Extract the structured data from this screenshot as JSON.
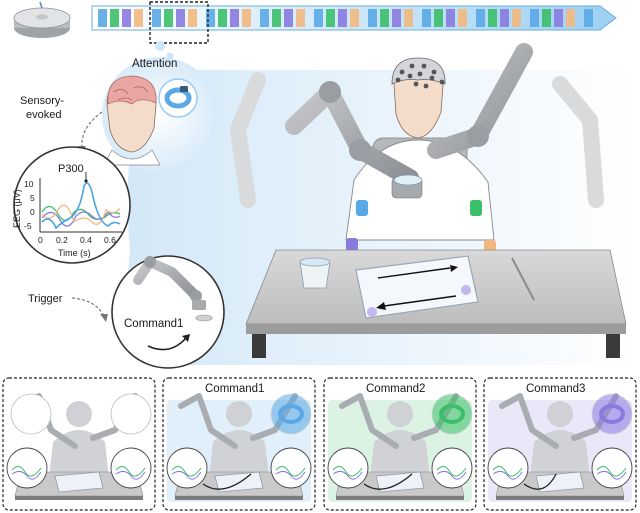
{
  "labels": {
    "attention": "Attention",
    "sensory_line1": "Sensory-",
    "sensory_line2": "evoked",
    "p300": "P300",
    "trigger": "Trigger",
    "command_main": "Command1",
    "time_axis": "Time (s)",
    "eeg_axis": "EEG (μV)"
  },
  "eeg_plot": {
    "y_ticks": [
      "10",
      "5",
      "0",
      "-5"
    ],
    "x_ticks": [
      "0",
      "0.2",
      "0.4",
      "0.6"
    ]
  },
  "panels": [
    {
      "title": "",
      "glow": "#ffffff"
    },
    {
      "title": "Command1",
      "glow": "#5aa9e6"
    },
    {
      "title": "Command2",
      "glow": "#3cbf6a"
    },
    {
      "title": "Command3",
      "glow": "#8a7ae0"
    }
  ],
  "colors": {
    "blue": "#5aa9e6",
    "green": "#3cbf6a",
    "purple": "#8a7ae0",
    "orange": "#f2b880",
    "panel_bg": "#e6f1fb"
  }
}
